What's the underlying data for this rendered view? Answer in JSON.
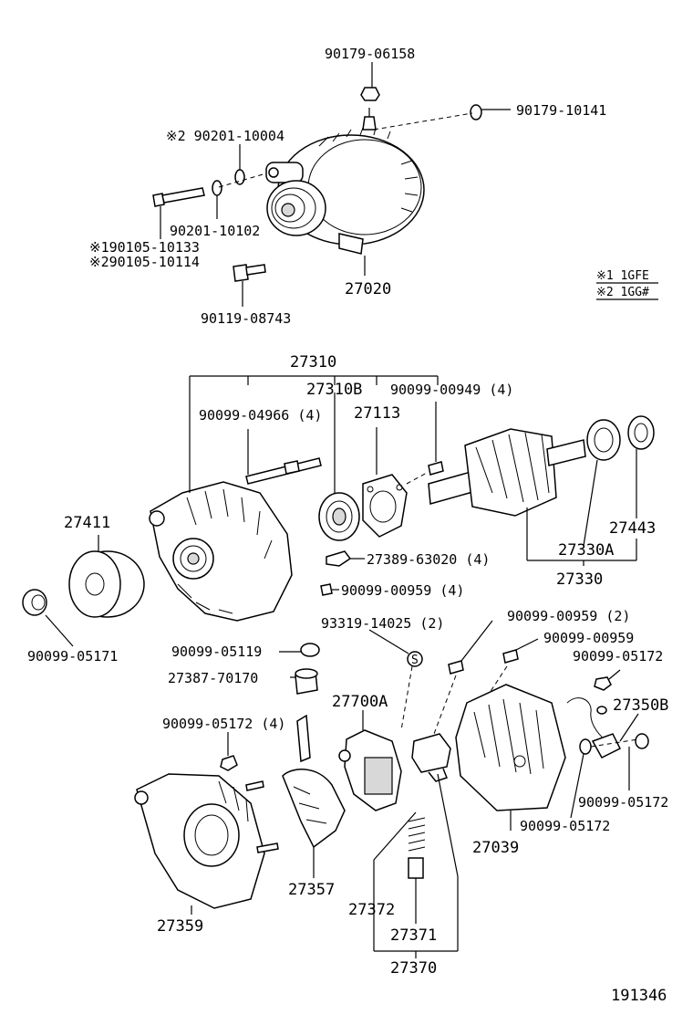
{
  "labels": {
    "l_90179_06158": "90179-06158",
    "l_90179_10141": "90179-10141",
    "l_90201_10004": "※2 90201-10004",
    "l_90201_10102": "90201-10102",
    "l_190105_10133": "※190105-10133",
    "l_290105_10114": "※290105-10114",
    "l_27020": "27020",
    "l_90119_08743": "90119-08743",
    "l_note1": "※1 1GFE",
    "l_note2": "※2 1GG#",
    "l_27310": "27310",
    "l_27310B": "27310B",
    "l_90099_00949": "90099-00949 (4)",
    "l_90099_04966": "90099-04966 (4)",
    "l_27113": "27113",
    "l_27411": "27411",
    "l_27443": "27443",
    "l_27330A": "27330A",
    "l_27330": "27330",
    "l_27389_63020": "27389-63020 (4)",
    "l_90099_00959_4": "90099-00959 (4)",
    "l_93319_14025": "93319-14025 (2)",
    "l_90099_00959_2": "90099-00959 (2)",
    "l_90099_00959": "90099-00959",
    "l_90099_05171": "90099-05171",
    "l_90099_05119": "90099-05119",
    "l_90099_05172_a": "90099-05172",
    "l_27387_70170": "27387-70170",
    "l_27700A": "27700A",
    "l_27350B": "27350B",
    "l_90099_05172_4": "90099-05172 (4)",
    "l_90099_05172_b": "90099-05172",
    "l_90099_05172_c": "90099-05172",
    "l_27039": "27039",
    "l_27357": "27357",
    "l_27372": "27372",
    "l_27359": "27359",
    "l_27371": "27371",
    "l_27370": "27370",
    "l_191346": "191346"
  }
}
